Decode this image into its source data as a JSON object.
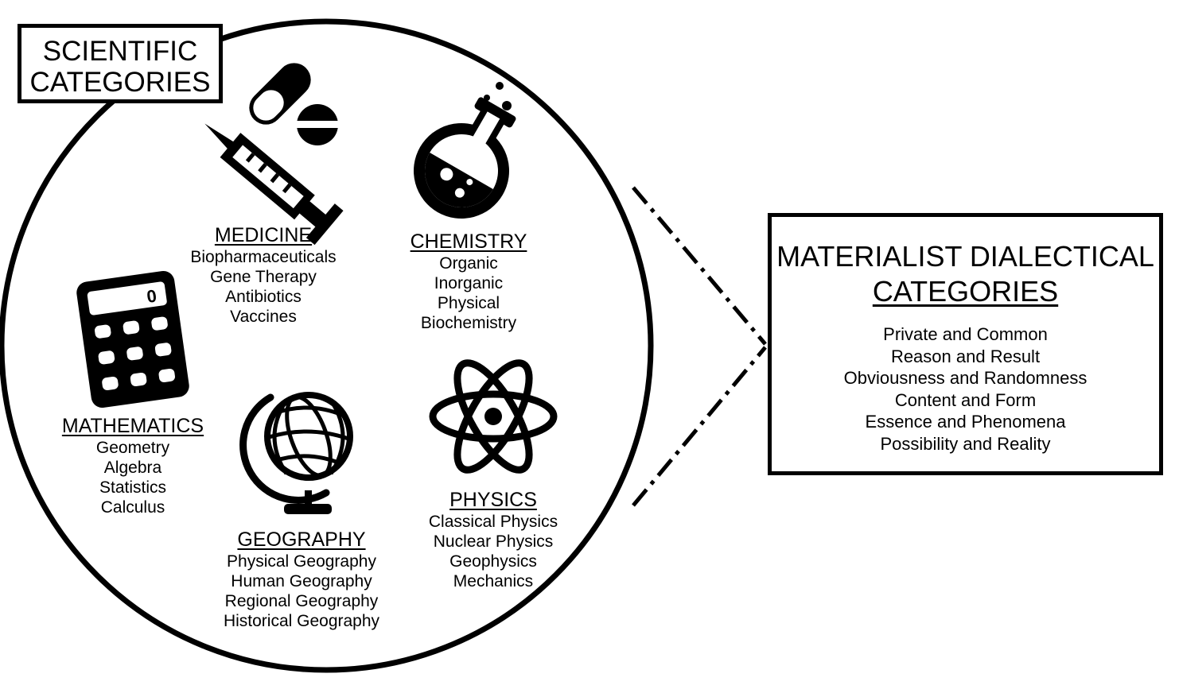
{
  "scientific_box": {
    "line1": "SCIENTIFIC",
    "line2": "CATEGORIES"
  },
  "materialist_box": {
    "line1": "MATERIALIST DIALECTICAL",
    "line2": "CATEGORIES",
    "items": [
      "Private and Common",
      "Reason and Result",
      "Obviousness and Randomness",
      "Content and Form",
      "Essence and Phenomena",
      "Possibility and Reality"
    ]
  },
  "categories": {
    "medicine": {
      "title": "MEDICINE",
      "items": [
        "Biopharmaceuticals",
        "Gene Therapy",
        "Antibiotics",
        "Vaccines"
      ],
      "icon": "medicine-icon"
    },
    "chemistry": {
      "title": "CHEMISTRY",
      "items": [
        "Organic",
        "Inorganic",
        "Physical",
        "Biochemistry"
      ],
      "icon": "flask-icon"
    },
    "mathematics": {
      "title": "MATHEMATICS",
      "items": [
        "Geometry",
        "Algebra",
        "Statistics",
        "Calculus"
      ],
      "icon": "calculator-icon",
      "display": "0"
    },
    "geography": {
      "title": "GEOGRAPHY",
      "items": [
        "Physical Geography",
        "Human Geography",
        "Regional Geography",
        "Historical Geography"
      ],
      "icon": "globe-icon"
    },
    "physics": {
      "title": "PHYSICS",
      "items": [
        "Classical Physics",
        "Nuclear Physics",
        "Geophysics",
        "Mechanics"
      ],
      "icon": "atom-icon"
    }
  }
}
